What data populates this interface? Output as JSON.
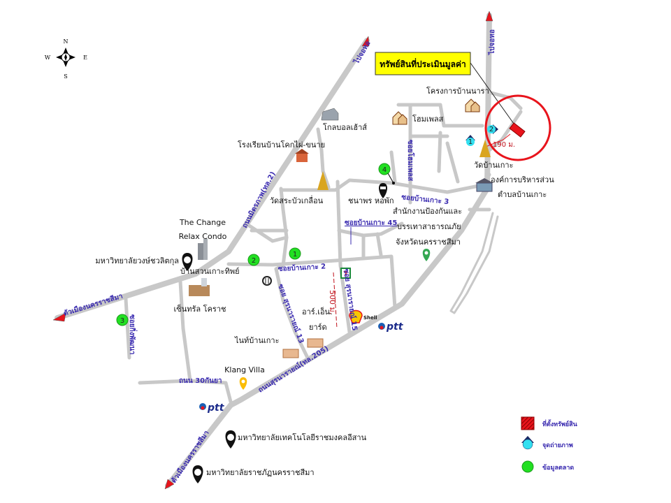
{
  "compass": {
    "n": "N",
    "s": "S",
    "e": "E",
    "w": "W"
  },
  "callout": "ทรัพย์สินที่ประเมินมูลค่า",
  "distances": {
    "site": "190 ม.",
    "soi15": "500 ม."
  },
  "roads": {
    "to_chokho_left": "ไปจอหอ",
    "to_chokho_right": "ไปจอหอ",
    "mittraphap": "ถนนมิตรภาพ(ทล.2)",
    "suranarai": "ถนนสุรนารายณ์(ทล.205)",
    "city_left": "ตัวเมืองนครราชสีมา",
    "city_bottom": "ตัวเมืองนครราชสีมา",
    "soi_bankoh_2": "ซอยบ้านเกาะ 2",
    "soi_bankoh_3": "ซอยบ้านเกาะ 3",
    "soi_bankoh_45": "ซอยบ้านเกาะ 45",
    "soi_homeplace": "ซอยโฮมเพลส",
    "soi_suranarai_13": "ซอย สุรนารายณ์ 13",
    "soi_suranarai_15": "ซอย สุรนารายณ์ 15",
    "thanon_30_kanya": "ถนน 30กันยา",
    "soi_marker3": "ซอยกิ่งพัฒนา"
  },
  "places": {
    "global_house": "โกลบอลเฮ้าส์",
    "school": "โรงเรียนบ้านโคกไผ่-ขนาย",
    "home_place": "โฮมเพลส",
    "baan_nara": "โครงการบ้านนารา",
    "wat_bankoh": "วัดบ้านเกาะ",
    "sao_line1": "องค์การบริหารส่วน",
    "sao_line2": "ตำบลบ้านเกาะ",
    "wat_srabua": "วัดสระบัวเกลื่อน",
    "chanaporn": "ชนาพร หอพัก",
    "disaster_line1": "สำนักงานป้องกันและ",
    "disaster_line2": "บรรเทาสาธารณภัย",
    "disaster_line3": "จังหวัดนครราชสีมา",
    "the_change_1": "The Change",
    "the_change_2": "Relax Condo",
    "vongchavalitkul": "มหาวิทยาลัยวงษ์ชวลิตกุล",
    "baan_suan": "บ้านสวนเกาะทิพย์",
    "central": "เซ็นทรัล โคราช",
    "rn_yard_1": "อาร์.เอ็น.",
    "rn_yard_2": "ยาร์ด",
    "night_bankoh": "ไนท์บ้านเกาะ",
    "klang_villa": "Klang Villa",
    "rmuti": "มหาวิทยาลัยเทคโนโลยีราชมงคลอีสาน",
    "nrru": "มหาวิทยาลัยราชภัฏนครราชสีมา"
  },
  "brands": {
    "shell": "Shell",
    "ptt_1": "ptt",
    "ptt_2": "ptt"
  },
  "market_markers": [
    "1",
    "2",
    "3",
    "4"
  ],
  "photo_points": [
    "1",
    "2"
  ],
  "legend": [
    {
      "label": "ที่ตั้งทรัพย์สิน",
      "icon": "property-square"
    },
    {
      "label": "จุดถ่ายภาพ",
      "icon": "photo-point"
    },
    {
      "label": "ข้อมูลตลาด",
      "icon": "market-circle"
    }
  ],
  "colors": {
    "road": "#c8c8c8",
    "property": "#e8141c",
    "circle": "#e8141c",
    "photo": "#33e0f0",
    "market": "#22e022",
    "road_label": "#3a2bb0",
    "callout_bg": "#ffff00"
  }
}
